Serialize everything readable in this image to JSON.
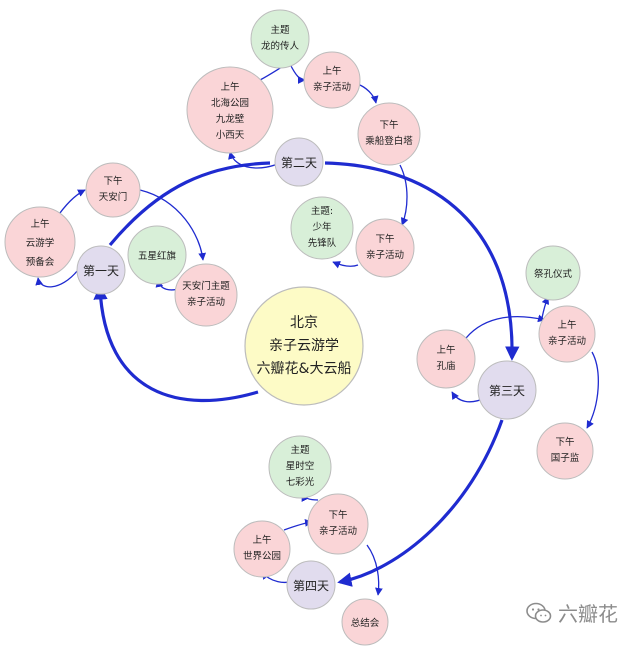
{
  "colors": {
    "center": "#fdfbc6",
    "day": "#e1dcee",
    "activity": "#fad5d7",
    "theme": "#d8efd8",
    "arrow": "#1f2bd0",
    "stroke": "#b9b9b9"
  },
  "center": {
    "lines": [
      "北京",
      "亲子云游学",
      "六瓣花&大云船"
    ]
  },
  "days": [
    {
      "id": "day1",
      "label": "第一天"
    },
    {
      "id": "day2",
      "label": "第二天"
    },
    {
      "id": "day3",
      "label": "第三天"
    },
    {
      "id": "day4",
      "label": "第四天"
    }
  ],
  "nodes": [
    {
      "id": "d1_am",
      "type": "activity",
      "lines": [
        "上午",
        "云游学",
        "预备会"
      ]
    },
    {
      "id": "d1_pm",
      "type": "activity",
      "lines": [
        "下午",
        "天安门"
      ]
    },
    {
      "id": "d1_theme",
      "type": "theme",
      "lines": [
        "五星红旗"
      ]
    },
    {
      "id": "d1_act",
      "type": "activity",
      "lines": [
        "天安门主题",
        "亲子活动"
      ]
    },
    {
      "id": "d2_am",
      "type": "activity",
      "lines": [
        "上午",
        "北海公园",
        "九龙壁",
        "小西天"
      ]
    },
    {
      "id": "d2_theme1",
      "type": "theme",
      "lines": [
        "主题",
        "龙的传人"
      ]
    },
    {
      "id": "d2_am_act",
      "type": "activity",
      "lines": [
        "上午",
        "亲子活动"
      ]
    },
    {
      "id": "d2_pm",
      "type": "activity",
      "lines": [
        "下午",
        "乘船登白塔"
      ]
    },
    {
      "id": "d2_pm_act",
      "type": "activity",
      "lines": [
        "下午",
        "亲子活动"
      ]
    },
    {
      "id": "d2_theme2",
      "type": "theme",
      "lines": [
        "主题:",
        "少年",
        "先锋队"
      ]
    },
    {
      "id": "d3_am",
      "type": "activity",
      "lines": [
        "上午",
        "孔庙"
      ]
    },
    {
      "id": "d3_am_act",
      "type": "activity",
      "lines": [
        "上午",
        "亲子活动"
      ]
    },
    {
      "id": "d3_theme",
      "type": "theme",
      "lines": [
        "祭孔仪式"
      ]
    },
    {
      "id": "d3_pm",
      "type": "activity",
      "lines": [
        "下午",
        "国子监"
      ]
    },
    {
      "id": "d4_am",
      "type": "activity",
      "lines": [
        "上午",
        "世界公园"
      ]
    },
    {
      "id": "d4_pm_act",
      "type": "activity",
      "lines": [
        "下午",
        "亲子活动"
      ]
    },
    {
      "id": "d4_theme",
      "type": "theme",
      "lines": [
        "主题",
        "星时空",
        "七彩光"
      ]
    },
    {
      "id": "d4_end",
      "type": "activity",
      "lines": [
        "总结会"
      ]
    }
  ],
  "watermark": {
    "text": "六瓣花",
    "icon": "wechat-icon"
  }
}
